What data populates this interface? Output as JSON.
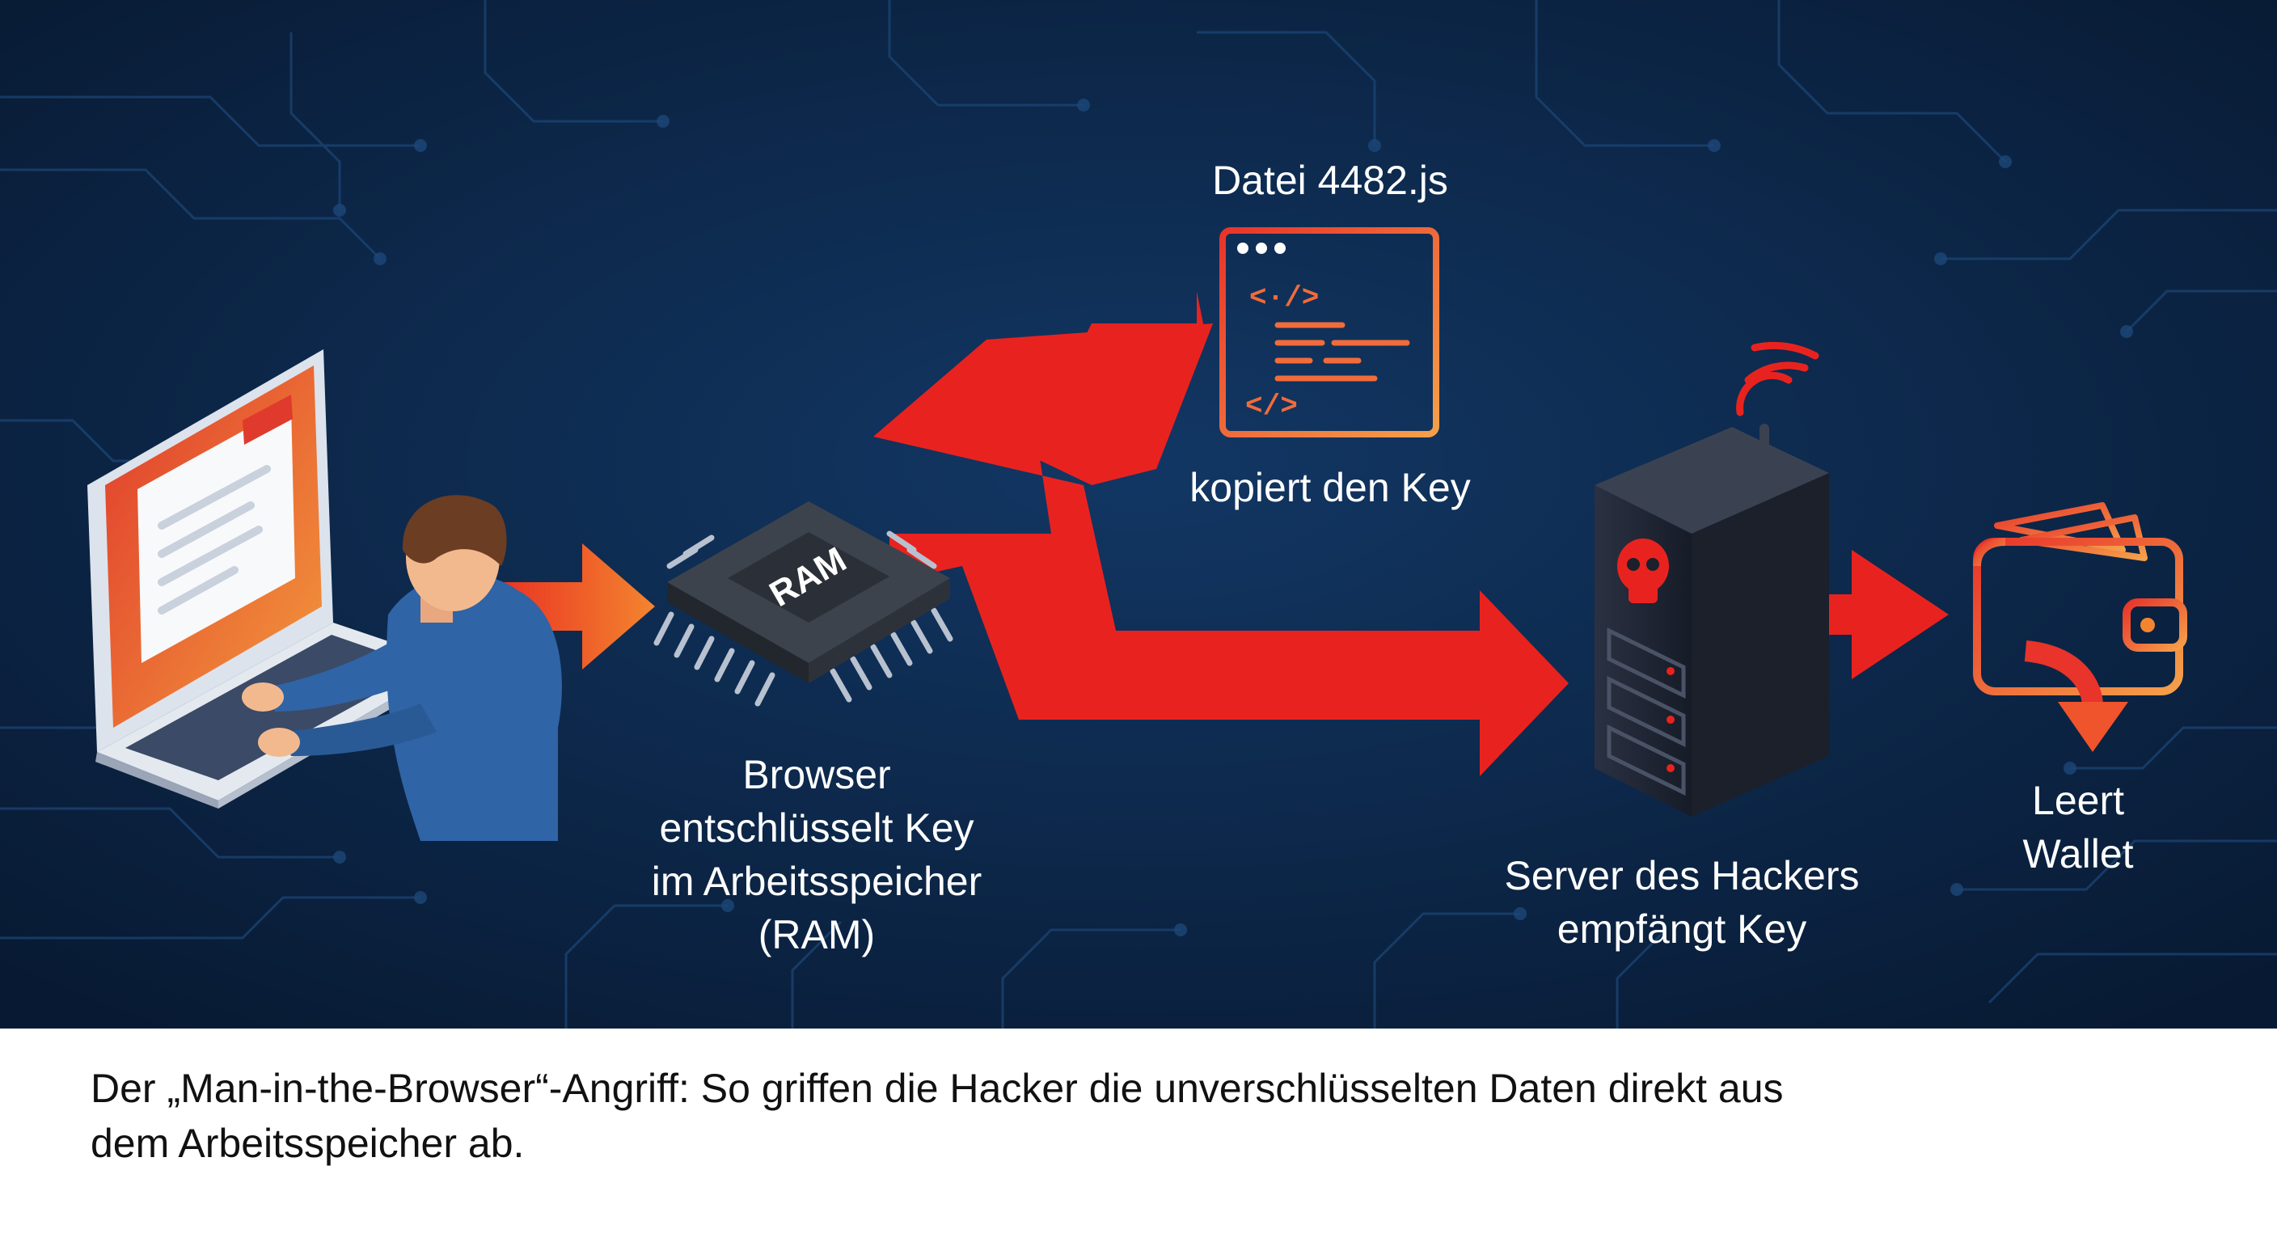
{
  "colors": {
    "background": "#0b2140",
    "arrow_red": "#e8231f",
    "arrow_orange": "#f3762b",
    "accent_gradient_start": "#e8342a",
    "accent_gradient_end": "#f5a04a",
    "caption_background": "#ffffff",
    "caption_text": "#111111"
  },
  "icons": {
    "user": "person-at-laptop-icon",
    "ram": "ram-chip-icon",
    "file": "code-file-icon",
    "server": "hacker-server-icon",
    "wallet": "wallet-icon"
  },
  "nodes": {
    "ram": {
      "chip_text": "RAM",
      "label_lines": [
        "Browser",
        "entschlüsselt Key",
        "im Arbeitsspeicher",
        "(RAM)"
      ]
    },
    "file": {
      "title": "Datei 4482.js",
      "label": "kopiert den Key",
      "code_open_tag": "<·/>",
      "code_close_tag": "</>"
    },
    "server": {
      "label_lines": [
        "Server des Hackers",
        "empfängt Key"
      ]
    },
    "wallet": {
      "label_lines": [
        "Leert",
        "Wallet"
      ]
    }
  },
  "caption": {
    "lines": [
      "Der „Man-in-the-Browser“-Angriff: So griffen die Hacker die unverschlüsselten Daten direkt aus",
      "dem Arbeitsspeicher ab."
    ]
  }
}
